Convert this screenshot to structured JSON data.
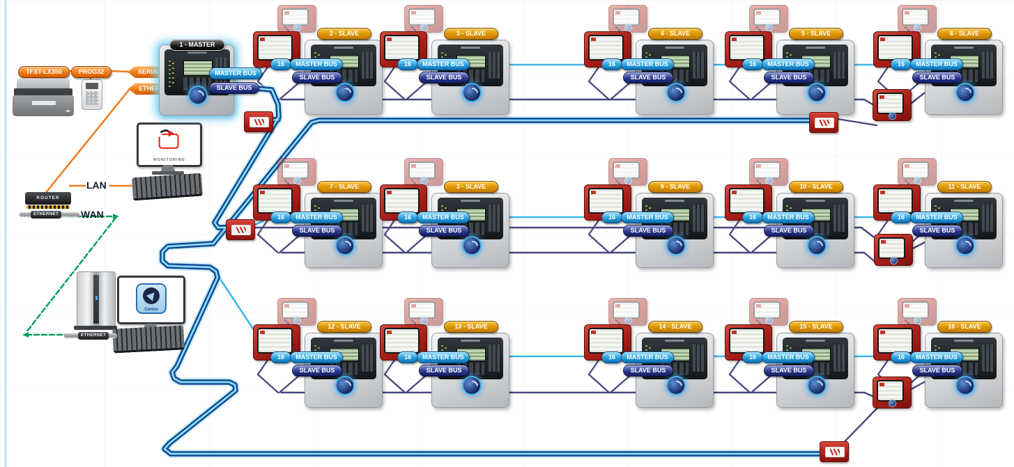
{
  "master": {
    "badge": "1 - MASTER",
    "master_bus_label": "MASTER BUS",
    "slave_bus_label": "SLAVE BUS"
  },
  "slaves": [
    {
      "badge": "2 - SLAVE",
      "address": "16",
      "master_bus_label": "MASTER BUS",
      "slave_bus_label": "SLAVE BUS"
    },
    {
      "badge": "3 - SLAVE",
      "address": "16",
      "master_bus_label": "MASTER BUS",
      "slave_bus_label": "SLAVE BUS"
    },
    {
      "badge": "4 - SLAVE",
      "address": "16",
      "master_bus_label": "MASTER BUS",
      "slave_bus_label": "SLAVE BUS"
    },
    {
      "badge": "5 - SLAVE",
      "address": "16",
      "master_bus_label": "MASTER BUS",
      "slave_bus_label": "SLAVE BUS"
    },
    {
      "badge": "6 - SLAVE",
      "address": "16",
      "master_bus_label": "MASTER BUS",
      "slave_bus_label": "SLAVE BUS"
    },
    {
      "badge": "7 - SLAVE",
      "address": "16",
      "master_bus_label": "MASTER BUS",
      "slave_bus_label": "SLAVE BUS"
    },
    {
      "badge": "3 - SLAVE",
      "address": "16",
      "master_bus_label": "MASTER BUS",
      "slave_bus_label": "SLAVE BUS"
    },
    {
      "badge": "9 - SLAVE",
      "address": "16",
      "master_bus_label": "MASTER BUS",
      "slave_bus_label": "SLAVE BUS"
    },
    {
      "badge": "10 - SLAVE",
      "address": "16",
      "master_bus_label": "MASTER BUS",
      "slave_bus_label": "SLAVE BUS"
    },
    {
      "badge": "11 - SLAVE",
      "address": "16",
      "master_bus_label": "MASTER BUS",
      "slave_bus_label": "SLAVE BUS"
    },
    {
      "badge": "12 - SLAVE",
      "address": "16",
      "master_bus_label": "MASTER BUS",
      "slave_bus_label": "SLAVE BUS"
    },
    {
      "badge": "13 - SLAVE",
      "address": "16",
      "master_bus_label": "MASTER BUS",
      "slave_bus_label": "SLAVE BUS"
    },
    {
      "badge": "14 - SLAVE",
      "address": "16",
      "master_bus_label": "MASTER BUS",
      "slave_bus_label": "SLAVE BUS"
    },
    {
      "badge": "15 - SLAVE",
      "address": "16",
      "master_bus_label": "MASTER BUS",
      "slave_bus_label": "SLAVE BUS"
    },
    {
      "badge": "16 - SLAVE",
      "address": "16",
      "master_bus_label": "MASTER BUS",
      "slave_bus_label": "SLAVE BUS"
    }
  ],
  "left_equipment": {
    "printer_label": "TFST-LX350",
    "programmer_label": "PROG32",
    "serial_interface_label": "SERIAL INTERFACE",
    "ethernet_port_label": "ETHERNET PORT",
    "monitoring_label": "MONITORING",
    "lan_label": "LAN",
    "wan_label": "WAN",
    "router_label": "ROUTER",
    "router_ethernet_label": "ETHERNET",
    "server_ethernet_label": "ETHERNET",
    "centro_label": "Centro"
  },
  "colors": {
    "master_bus_line": "#3db6ea",
    "slave_bus_line": "#46467e",
    "pipe_edge": "#0d3f86",
    "pipe_core": "#3fa9dc",
    "orange": "#f07b1e",
    "green_wan": "#00a05c",
    "badge_gold": "#dc9300",
    "badge_cyan": "#2aa0dc",
    "badge_navy": "#2b3a8f",
    "repeater_red": "#a91f18"
  }
}
